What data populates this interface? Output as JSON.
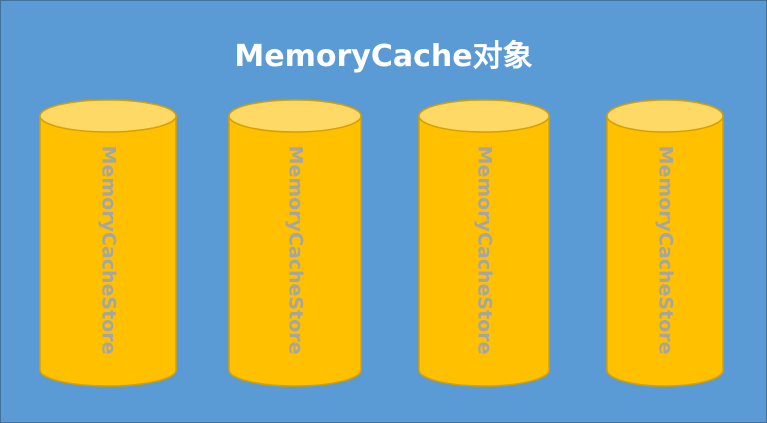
{
  "diagram": {
    "title": "MemoryCache对象",
    "colors": {
      "background": "#5b9bd5",
      "border": "#41719c",
      "cylinder_body": "#ffc000",
      "cylinder_top": "#ffd966",
      "cylinder_outline": "#d6a000",
      "label_text": "#a5a5a5",
      "title_text": "#ffffff"
    },
    "stores": [
      {
        "label": "MemoryCacheStore"
      },
      {
        "label": "MemoryCacheStore"
      },
      {
        "label": "MemoryCacheStore"
      },
      {
        "label": "MemoryCacheStore"
      }
    ]
  }
}
